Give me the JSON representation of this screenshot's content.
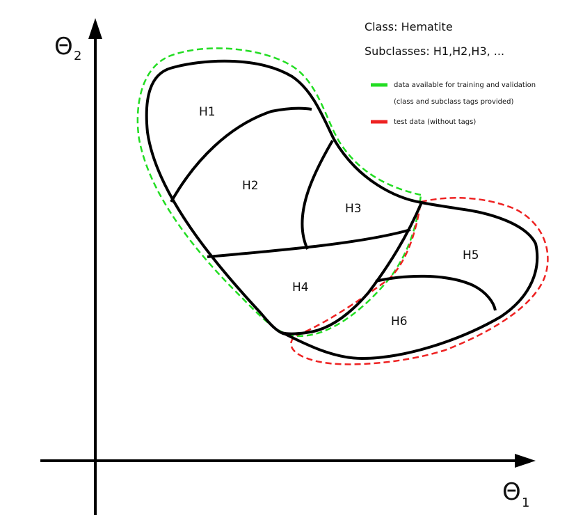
{
  "header": {
    "class_line": "Class: Hematite",
    "subclass_line": "Subclasses: H1,H2,H3, ..."
  },
  "legend": {
    "items": [
      {
        "color": "#22dd22",
        "text": "data available for training and validation"
      },
      {
        "color": "",
        "text": "(class and subclass tags provided)"
      },
      {
        "color": "#ee2222",
        "text": "test data (without tags)"
      }
    ]
  },
  "axes": {
    "x_symbol": "Θ",
    "x_subscript": "1",
    "y_symbol": "Θ",
    "y_subscript": "2"
  },
  "regions": [
    "H1",
    "H2",
    "H3",
    "H4",
    "H5",
    "H6"
  ],
  "colors": {
    "training_boundary": "#22dd22",
    "test_boundary": "#ee2222",
    "outline": "#000000"
  }
}
